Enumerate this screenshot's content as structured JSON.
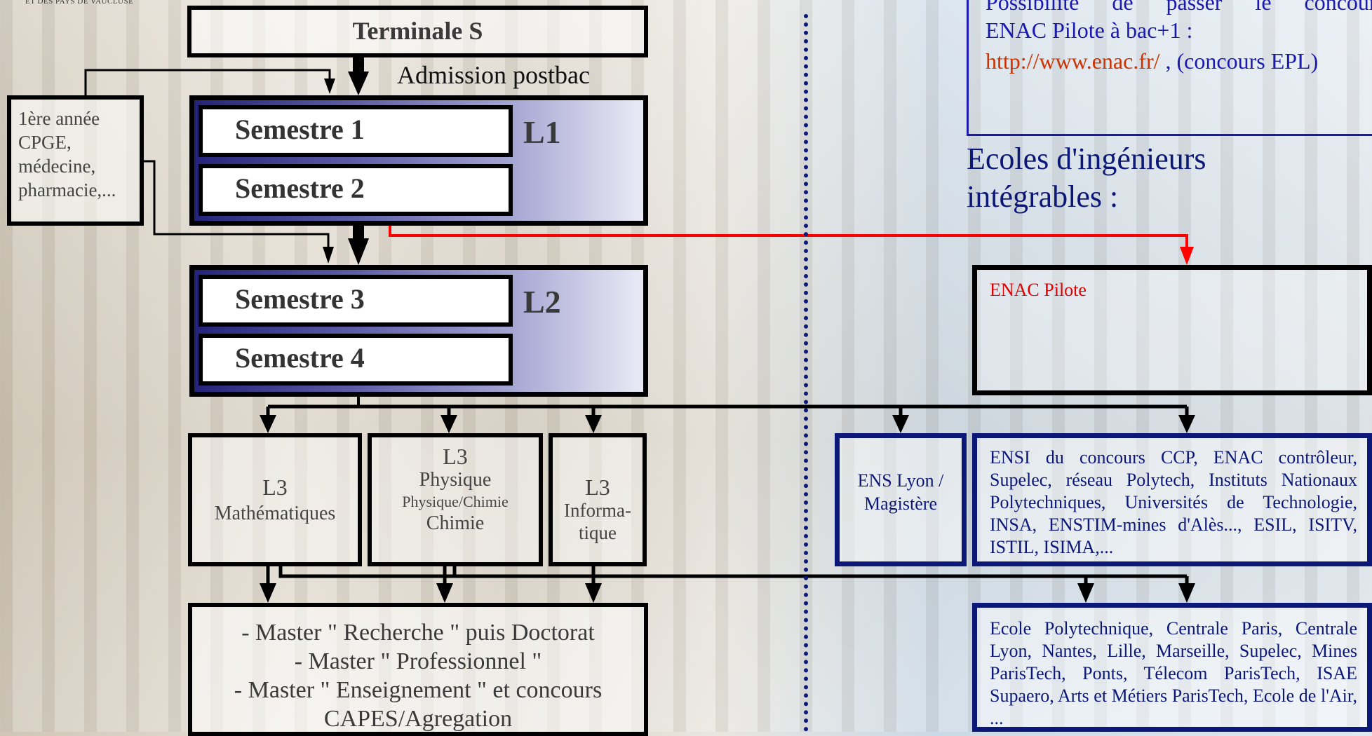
{
  "logo": {
    "caption": "ET DES PAYS DE VAUCLUSE"
  },
  "left_column": {
    "terminale": "Terminale S",
    "admission": "Admission postbac",
    "side_note": [
      "1ère année",
      "CPGE,",
      "médecine,",
      "pharmacie,..."
    ],
    "l1": {
      "label": "L1",
      "semesters": [
        "Semestre 1",
        "Semestre 2"
      ]
    },
    "l2": {
      "label": "L2",
      "semesters": [
        "Semestre 3",
        "Semestre 4"
      ]
    },
    "l3": {
      "math": [
        "L3",
        "Mathématiques"
      ],
      "phys": [
        "L3",
        "Physique",
        "Physique/Chimie",
        "Chimie"
      ],
      "info": [
        "L3",
        "Informa-",
        "tique"
      ]
    },
    "masters": [
      "- Master \" Recherche \" puis Doctorat",
      "- Master \" Professionnel \"",
      "- Master \" Enseignement \" et concours",
      "CAPES/Agregation"
    ]
  },
  "right_column": {
    "info_box": {
      "line1": "Possibilité de passer le concours",
      "line2": "ENAC Pilote à bac+1 :",
      "url": "http://www.enac.fr/",
      "url_suffix": " , (concours EPL)"
    },
    "ecoles_title": [
      "Ecoles d'ingénieurs",
      "intégrables :"
    ],
    "enac_pilote": "ENAC Pilote",
    "ens": [
      "ENS Lyon /",
      "Magistère"
    ],
    "ensi_text": "ENSI du concours CCP, ENAC contrôleur, Supelec, réseau Polytech, Instituts Nationaux Polytechniques, Universités de Technologie, INSA, ENSTIM-mines d'Alès..., ESIL, ISITV, ISTIL, ISIMA,...",
    "poly_text": "Ecole Polytechnique, Centrale Paris, Centrale Lyon, Nantes, Lille, Marseille, Supelec, Mines ParisTech, Ponts, Télecom ParisTech, ISAE Supaero, Arts et Métiers ParisTech, Ecole de l'Air, ..."
  },
  "colors": {
    "accent_blue": "#0b1878",
    "link_red": "#cc3300",
    "enac_red": "#e00000",
    "arrow_red": "#ff0000"
  }
}
